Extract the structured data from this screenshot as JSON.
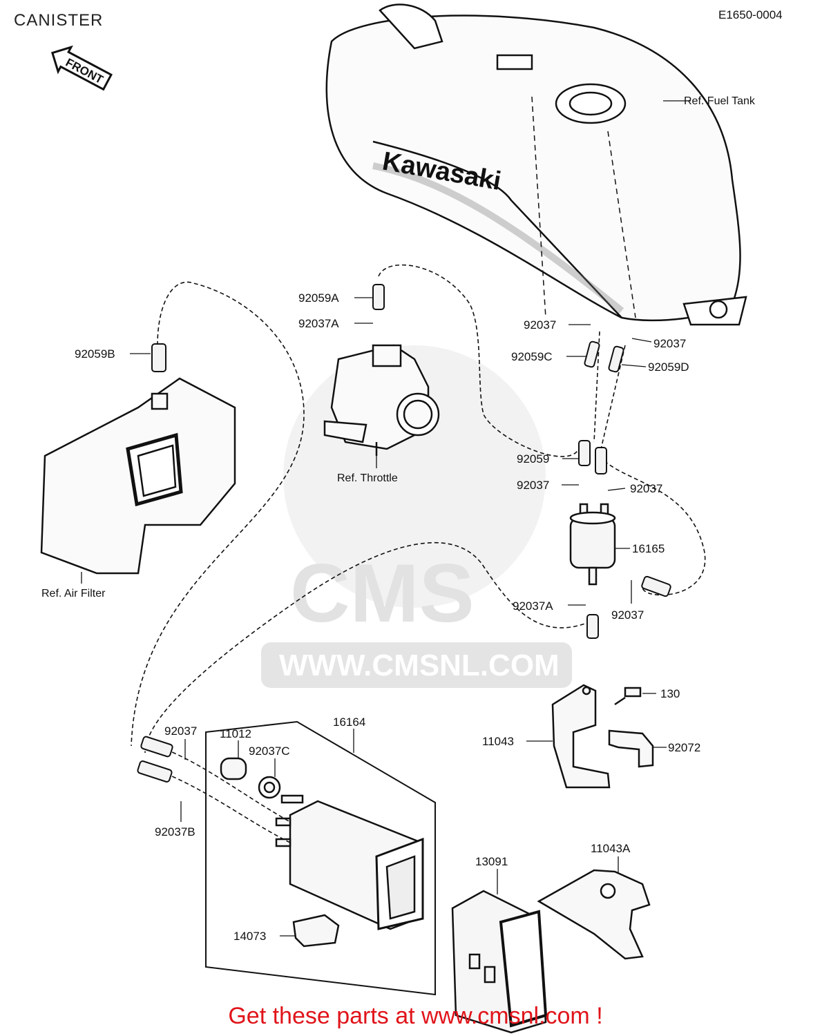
{
  "header": {
    "title": "CANISTER",
    "code": "E1650-0004"
  },
  "front_arrow": {
    "label": "FRONT"
  },
  "tank_brand": "Kawasaki",
  "watermark": {
    "brand": "CMS",
    "url": "WWW.CMSNL.COM"
  },
  "references": {
    "fuel_tank": "Ref. Fuel Tank",
    "throttle": "Ref. Throttle",
    "air_filter": "Ref. Air Filter"
  },
  "parts": {
    "p92059A": "92059A",
    "p92037A_top": "92037A",
    "p92059B": "92059B",
    "p92037_tank_left": "92037",
    "p92037_tank_right": "92037",
    "p92059C": "92059C",
    "p92059D": "92059D",
    "p92059": "92059",
    "p92037_mid_left": "92037",
    "p92037_mid_right": "92037",
    "p16165": "16165",
    "p92037A_bottom": "92037A",
    "p92037_filter_out": "92037",
    "p130": "130",
    "p11043": "11043",
    "p92072": "92072",
    "p16164": "16164",
    "p92037_left": "92037",
    "p11012": "11012",
    "p92037C": "92037C",
    "p92037B": "92037B",
    "p13091": "13091",
    "p11043A": "11043A",
    "p14073": "14073"
  },
  "footer": "Get these parts at www.cmsnl.com !"
}
